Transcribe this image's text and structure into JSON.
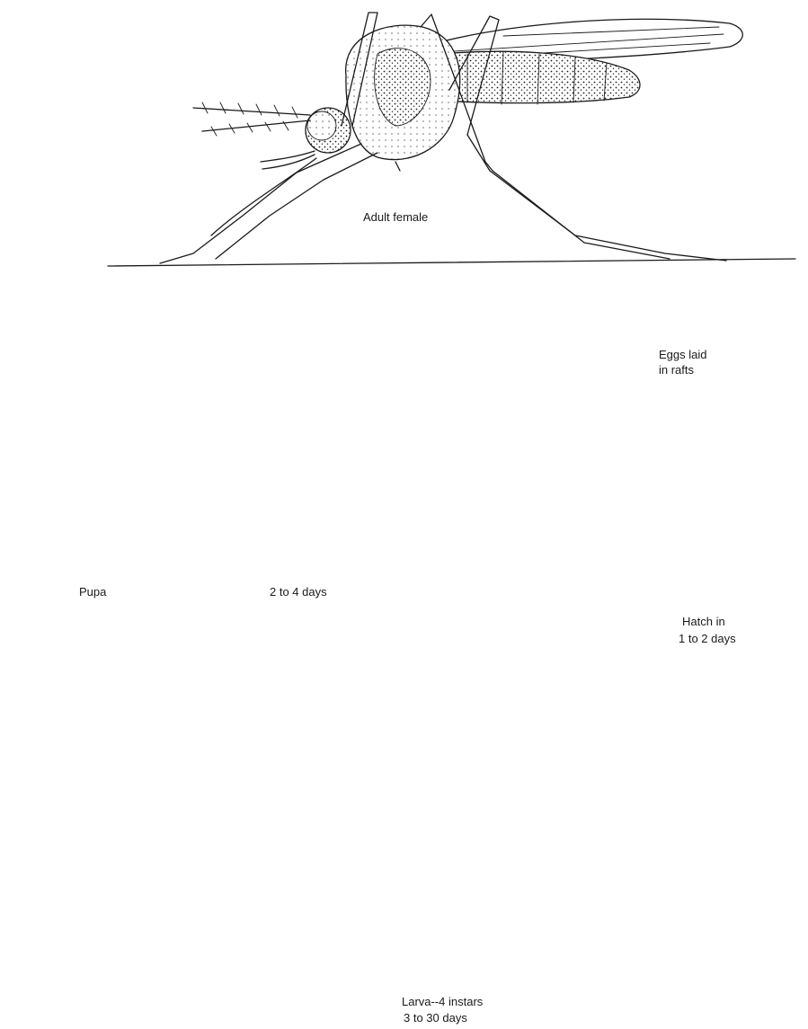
{
  "labels": {
    "adult": "Adult female",
    "eggs_line1": "Eggs laid",
    "eggs_line2": "in rafts",
    "hatch_line1": "Hatch in",
    "hatch_line2": "1 to 2 days",
    "larva_line1": "Larva--4 instars",
    "larva_line2": "3 to 30 days",
    "pupa": "Pupa",
    "pupa_days": "2 to 4 days"
  },
  "colors": {
    "ink": "#1a1a1a",
    "background": "#ffffff"
  }
}
